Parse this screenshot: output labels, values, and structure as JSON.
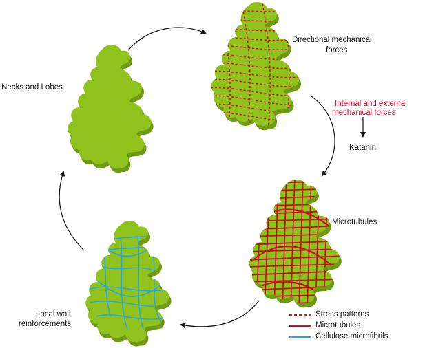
{
  "labels": {
    "necks_lobes": "Necks and Lobes",
    "directional_1": "Directional mechanical",
    "directional_2": "forces",
    "internal_1": "Internal and external",
    "internal_2": "mechanical forces",
    "katanin": "Katanin",
    "microtubules": "Microtubules",
    "local_1": "Local wall",
    "local_2": "reinforcements"
  },
  "legend": [
    {
      "label": "Stress patterns",
      "color": "#d0141e",
      "style": "dashed"
    },
    {
      "label": "Microtubules",
      "color": "#c0151c",
      "style": "solid"
    },
    {
      "label": "Cellulose microfibrils",
      "color": "#29a6dc",
      "style": "solid"
    }
  ],
  "colors": {
    "cell_fill": "#8fc21d",
    "cell_shadow": "#6f9a14",
    "stress": "#d0141e",
    "microtubule": "#c0151c",
    "cellulose": "#29a6dc",
    "arrow": "#111111",
    "label_red": "#c8102e"
  }
}
